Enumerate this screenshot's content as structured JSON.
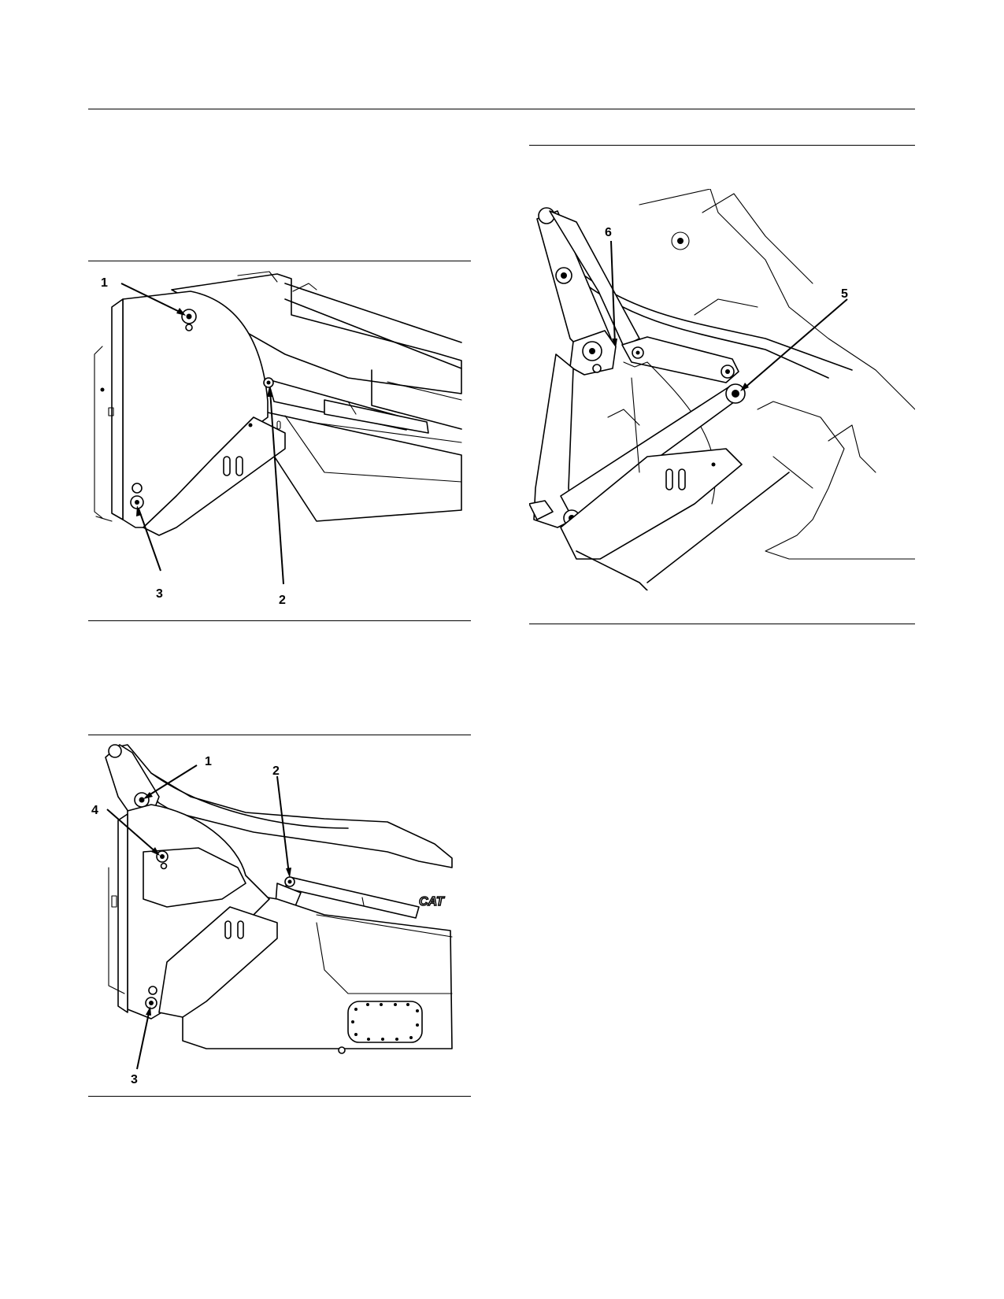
{
  "figures": [
    {
      "id": "fig-left-top",
      "callouts": {
        "c1": "1",
        "c2": "2",
        "c3": "3"
      }
    },
    {
      "id": "fig-left-bottom",
      "callouts": {
        "c1": "1",
        "c2": "2",
        "c3": "3",
        "c4": "4"
      },
      "logo_text": "CAT"
    },
    {
      "id": "fig-right-top",
      "callouts": {
        "c5": "5",
        "c6": "6"
      }
    }
  ]
}
